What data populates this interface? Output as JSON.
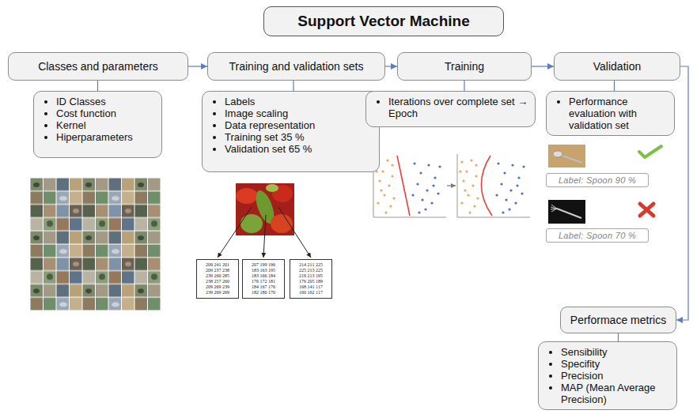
{
  "diagram": {
    "nodes": [
      {
        "text": [
          "Support Vector Machine"
        ]
      },
      {
        "text": [
          "Classes and parameters"
        ]
      },
      {
        "text": [
          "Training and validation sets"
        ]
      },
      {
        "text": [
          "Training"
        ]
      },
      {
        "text": [
          "Validation"
        ]
      },
      {
        "text": [
          "ID Classes",
          "Cost function",
          "Kernel",
          "Hiperparameters"
        ]
      },
      {
        "text": [
          "Labels",
          "Image scaling",
          "Data representation",
          "Training set 35 %",
          "Validation set 65 %"
        ]
      },
      {
        "text": [
          "Iterations over complete set → Epoch"
        ]
      },
      {
        "text": [
          "Performance evaluation with validation set"
        ]
      },
      {
        "text": [
          "Label: Spoon 90 %"
        ]
      },
      {
        "text": [
          "Label: Spoon 70 %"
        ]
      },
      {
        "text": [
          "209 241 201",
          "209 237 238",
          "239 260 285",
          "238 257 260",
          "209 269 239",
          "239 269 269"
        ]
      },
      {
        "text": [
          "207 199 196",
          "183 163 195",
          "183 166 184",
          "176 172 181",
          "184 167 176",
          "182 180 170"
        ]
      },
      {
        "text": [
          "214 211 225",
          "225 213 225",
          "219 213 195",
          "176 205 189",
          "168 141 117",
          "160 162 117"
        ]
      },
      {
        "text": [
          "Performace metrics"
        ]
      },
      {
        "text": [
          "Sensibility",
          "Specifity",
          "Precision",
          "MAP (Mean Average Precision)"
        ]
      }
    ],
    "edges": [
      {
        "from": 1,
        "to": 2,
        "arrow": "to"
      },
      {
        "from": 2,
        "to": 3,
        "arrow": "to"
      },
      {
        "from": 3,
        "to": 4,
        "arrow": "to"
      },
      {
        "from": 4,
        "to": 14,
        "arrow": "to"
      },
      {
        "from": 1,
        "to": 5,
        "arrow": "none"
      },
      {
        "from": 2,
        "to": 6,
        "arrow": "none"
      },
      {
        "from": 3,
        "to": 7,
        "arrow": "none"
      },
      {
        "from": 4,
        "to": 8,
        "arrow": "none"
      },
      {
        "from": 14,
        "to": 15,
        "arrow": "none"
      }
    ]
  }
}
